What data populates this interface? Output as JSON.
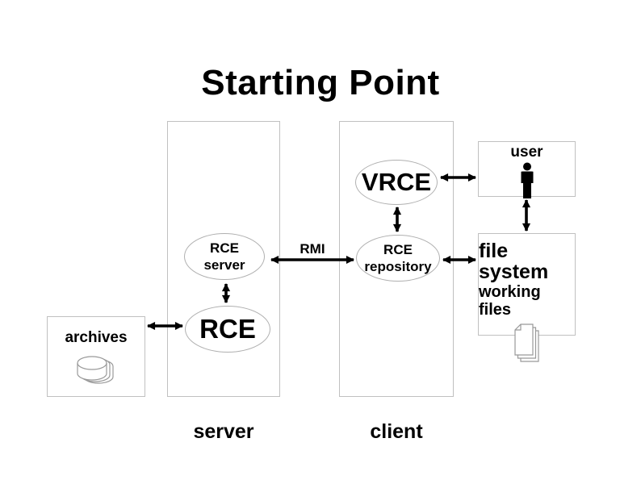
{
  "title": "Starting Point",
  "groups": {
    "server": {
      "label": "server"
    },
    "client": {
      "label": "client"
    }
  },
  "nodes": {
    "rce_server": {
      "line1": "RCE",
      "line2": "server"
    },
    "rce": {
      "label": "RCE"
    },
    "vrce": {
      "label": "VRCE"
    },
    "rce_repository": {
      "line1": "RCE",
      "line2": "repository"
    },
    "user": {
      "label": "user",
      "icon": "person-icon"
    },
    "file_system": {
      "title": "file system",
      "subtitle": "working files",
      "icon": "documents-icon"
    },
    "archives": {
      "label": "archives",
      "icon": "database-icon"
    }
  },
  "connections": {
    "rmi_label": "RMI",
    "list": [
      "rce_server <-> rce_repository (RMI)",
      "rce_server <-> rce",
      "vrce <-> rce_repository",
      "vrce <-> user",
      "rce_repository <-> file_system",
      "user <-> file_system",
      "archives <-> rce"
    ]
  },
  "colors": {
    "background": "#ffffff",
    "text": "#000000",
    "box_border": "#c0c0c0",
    "ellipse_border": "#b0b0b0",
    "arrow": "#000000",
    "icon_outline": "#999999"
  }
}
